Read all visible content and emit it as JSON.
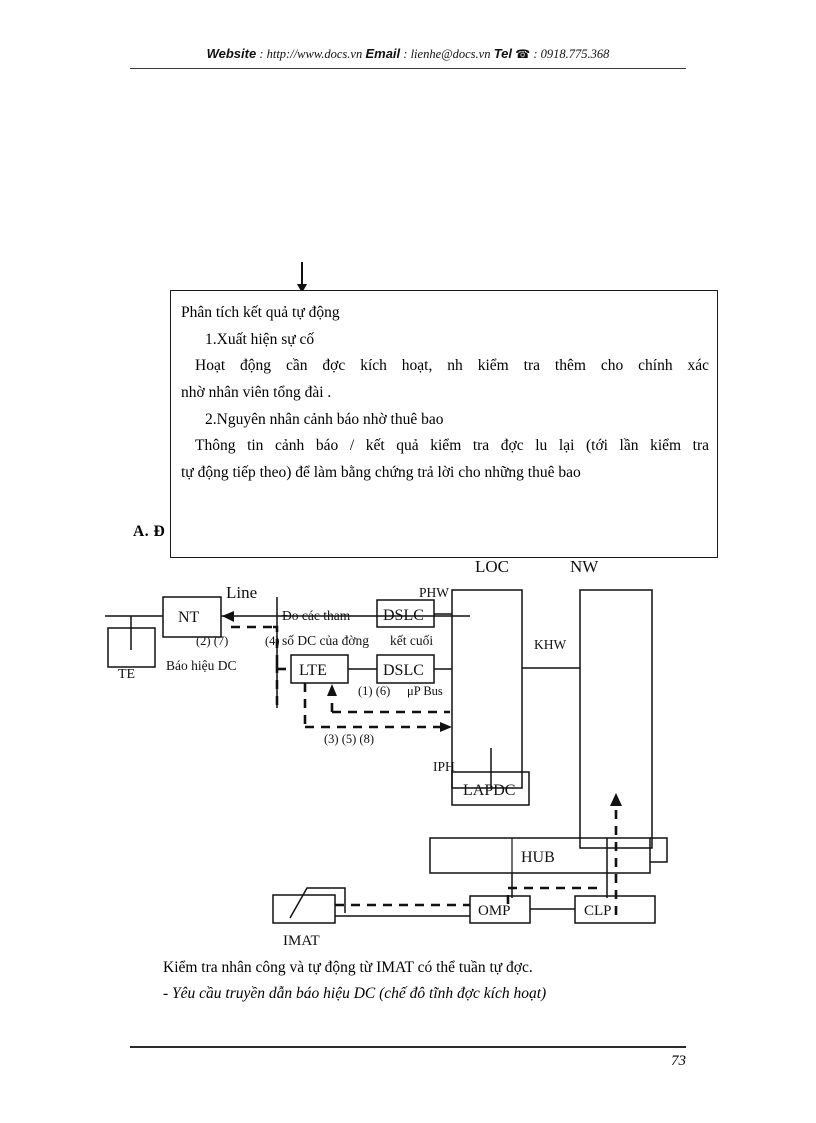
{
  "header": {
    "website_label": "Website",
    "website_sep": " : ",
    "website_url": "http://www.docs.vn",
    "email_label": "Email",
    "email_sep": "  :  ",
    "email_value": "lienhe@docs.vn",
    "tel_label": "Tel",
    "tel_icon": "telephone-icon",
    "tel_glyph": "☎",
    "tel_sep": " : ",
    "tel_value": "0918.775.368"
  },
  "footer": {
    "page_number": "73"
  },
  "textbox": {
    "title": "Phân tích kết quả tự động",
    "item1": "1.Xuất hiện sự cố",
    "para1_a": "Hoạt động cần đợc",
    "para1_b": "kích hoạt, nh",
    "para1_c": "kiểm tra thêm cho chính xác",
    "para1_d": "nhờ nhân viên tổng đài .",
    "item2": "2.Nguyên nhân cảnh báo nhờ thuê bao",
    "para2_a": "Thông tin cảnh báo / kết quả kiểm tra đợc",
    "para2_b": "lu",
    "para2_c": "lại (tới lần kiểm tra",
    "para2_d": "tự động tiếp theo) để làm bằng chứng trả lời cho những thuê bao"
  },
  "section_label": "A. Đ",
  "diagram": {
    "nodes": {
      "te": "TE",
      "nt": "NT",
      "lte": "LTE",
      "dslc_top": "DSLC",
      "dslc_bottom": "DSLC",
      "lapdc": "LAPDC",
      "hub": "HUB",
      "omp": "OMP",
      "clp": "CLP",
      "imat": "IMAT"
    },
    "labels": {
      "line": "Line",
      "loc": "LOC",
      "nw": "NW",
      "phw": "PHW",
      "khw": "KHW",
      "iph": "IPH",
      "up_bus": "μP Bus",
      "measure_l1": "Đo các tham",
      "measure_l2": "số DC của đờng",
      "measure_l3": "kết cuối",
      "dc_signal": "Báo hiệu DC",
      "steps_top": "(2) (7)",
      "steps_top2": "(4)",
      "steps_mid": "(1) (6)",
      "steps_bottom": "(3) (5) (8)"
    }
  },
  "caption": {
    "line1": "Kiểm tra nhân công và tự động từ IMAT có thể tuần tự đợc.",
    "line2": "- Yêu cầu truyền dẫn báo hiệu DC (chế đô tĩnh đợc   kích hoạt)"
  }
}
